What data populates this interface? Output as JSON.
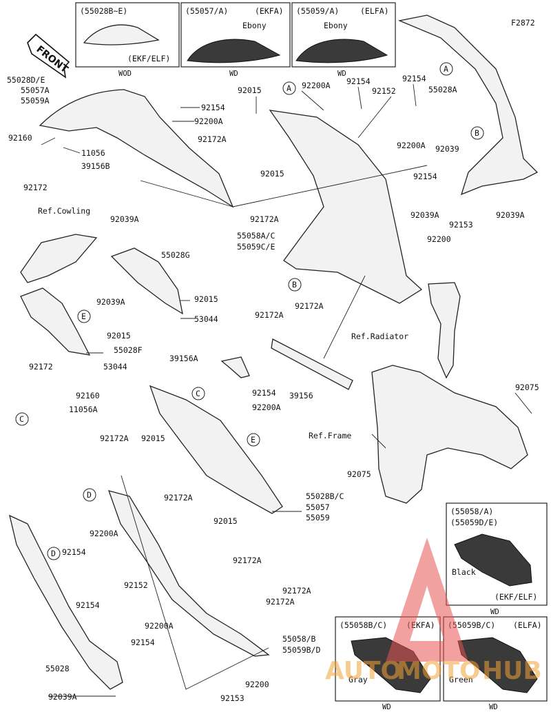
{
  "diagram_code": "F2872",
  "front_label": "FRONT",
  "variant_boxes": [
    {
      "code": "(55028B~E)",
      "region": "(EKF/ELF)",
      "sub": "WOD"
    },
    {
      "code": "(55057/A)",
      "region": "(EKFA)",
      "color": "Ebony",
      "sub": "WD"
    },
    {
      "code": "(55059/A)",
      "region": "(ELFA)",
      "color": "Ebony",
      "sub": "WD"
    }
  ],
  "inset_boxes": [
    {
      "code1": "(55058/A)",
      "code2": "(55059D/E)",
      "color": "Black",
      "region": "(EKF/ELF)",
      "sub": "WD"
    },
    {
      "code": "(55058B/C)",
      "region": "(EKFA)",
      "color": "Gray",
      "sub": "WD"
    },
    {
      "code": "(55059B/C)",
      "region": "(ELFA)",
      "color": "Green",
      "sub": "WD"
    }
  ],
  "callouts": [
    "A",
    "B",
    "C",
    "D",
    "E"
  ],
  "refs": {
    "cowling": "Ref.Cowling",
    "radiator": "Ref.Radiator",
    "frame": "Ref.Frame"
  },
  "labels": {
    "upper_left_main": [
      "55028D/E",
      "55057A",
      "55059A"
    ],
    "p92160a": "92160",
    "p11056": "11056",
    "p92172a": "92172",
    "p39156b": "39156B",
    "p92154a": "92154",
    "p92200a1": "92200A",
    "p92015a": "92015",
    "p92200a2": "92200A",
    "p92154b": "92154",
    "p92152a": "92152",
    "p92154c": "92154",
    "p92172a1": "92172A",
    "p55028a": "55028A",
    "p92200a3": "92200A",
    "p92039": "92039",
    "p92015b": "92015",
    "p92154d": "92154",
    "p92039a1": "92039A",
    "p92039a2": "92039A",
    "p92172a2": "92172A",
    "p92153a": "92153",
    "p92200a": "92200",
    "p55058ac": "55058A/C",
    "p55059ce": "55059C/E",
    "p92172a3": "92172A",
    "p92172a4": "92172A",
    "p92039a3": "92039A",
    "p55028g": "55028G",
    "p92039a4": "92039A",
    "p92015c": "92015",
    "p53044a": "53044",
    "p92015d": "92015",
    "p55028f": "55028F",
    "p53044b": "53044",
    "p92172b": "92172",
    "p92160b": "92160",
    "p11056a": "11056A",
    "p39156a": "39156A",
    "p39156": "39156",
    "p92154e": "92154",
    "p92200a4": "92200A",
    "p92075a": "92075",
    "p92075b": "92075",
    "p92172a5": "92172A",
    "p92015e": "92015",
    "p55028bc": "55028B/C",
    "p55057": "55057",
    "p55059": "55059",
    "p92172a6": "92172A",
    "p92200a5": "92200A",
    "p92154f": "92154",
    "p92015f": "92015",
    "p92172a7": "92172A",
    "p92152b": "92152",
    "p92154g": "92154",
    "p92172a8": "92172A",
    "p92172a9": "92172A",
    "p92200a6": "92200A",
    "p92154h": "92154",
    "p55028": "55028",
    "p92039a5": "92039A",
    "p55058b": "55058/B",
    "p55059bd": "55059B/D",
    "p92200b": "92200",
    "p92153b": "92153"
  },
  "watermark": {
    "left": "AUTO",
    "mid": "MOTO",
    "right": "HUB"
  }
}
